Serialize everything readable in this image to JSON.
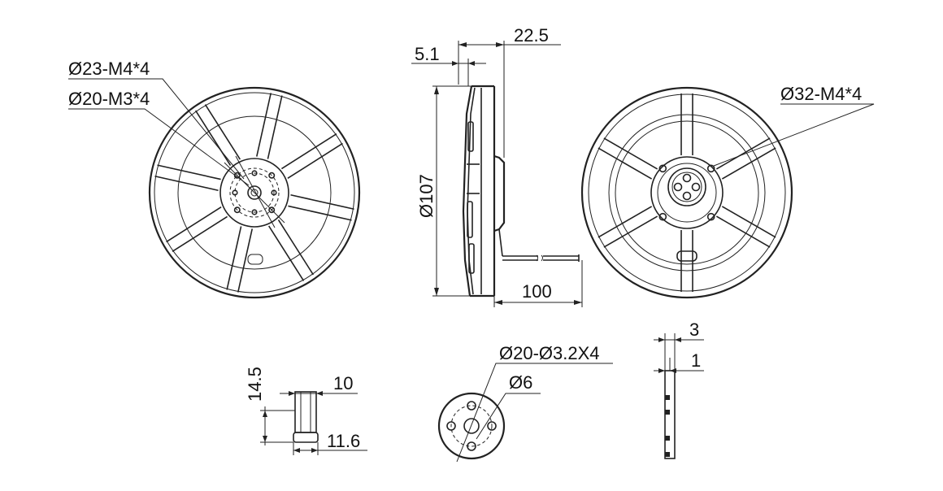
{
  "dimensions": {
    "front_pcd_m4": "Ø23-M4*4",
    "front_pcd_m3": "Ø20-M3*4",
    "side_width": "22.5",
    "side_offset": "5.1",
    "side_diameter": "Ø107",
    "cable_length": "100",
    "back_pcd": "Ø32-M4*4",
    "nut_height": "14.5",
    "nut_top_width": "10",
    "nut_bottom_width": "11.6",
    "adapter_pcd": "Ø20-Ø3.2X4",
    "adapter_bore": "Ø6",
    "plate_thickness": "3",
    "plate_step": "1"
  }
}
